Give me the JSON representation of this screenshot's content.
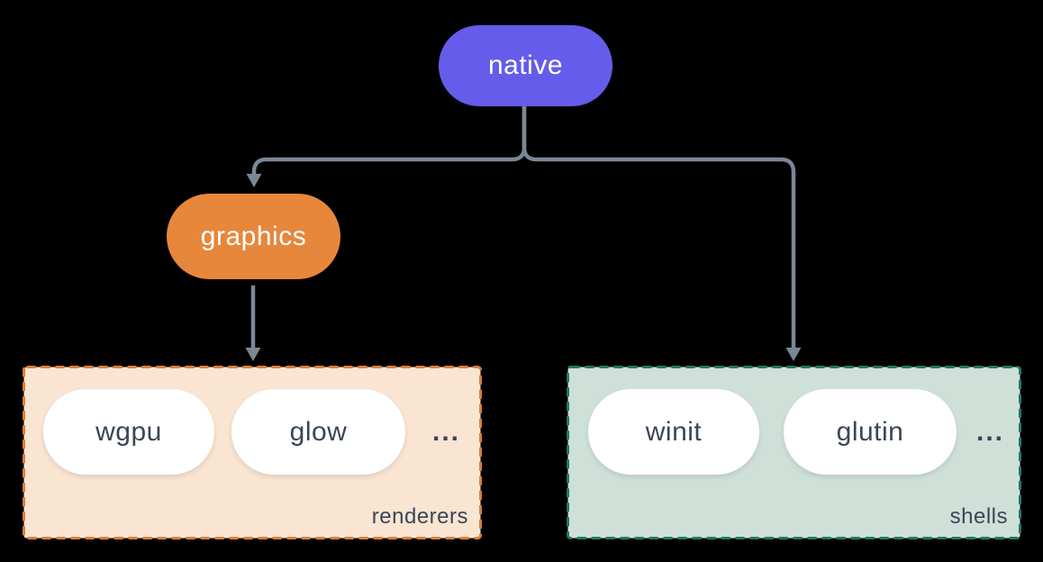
{
  "diagram": {
    "background": "#000000",
    "connector_color": "#7B8795",
    "text_dark": "#3A4656",
    "nodes": {
      "native": {
        "label": "native",
        "fill": "#655CEB",
        "text_color": "#FFFFFF"
      },
      "graphics": {
        "label": "graphics",
        "fill": "#E6873C",
        "text_color": "#FFFFFF"
      }
    },
    "groups": {
      "renderers": {
        "label": "renderers",
        "fill": "#FAE5D2",
        "border_color": "#E07E33",
        "items": [
          "wgpu",
          "glow"
        ],
        "ellipsis": "..."
      },
      "shells": {
        "label": "shells",
        "fill": "#CFE0D9",
        "border_color": "#207868",
        "items": [
          "winit",
          "glutin"
        ],
        "ellipsis": "..."
      }
    }
  }
}
